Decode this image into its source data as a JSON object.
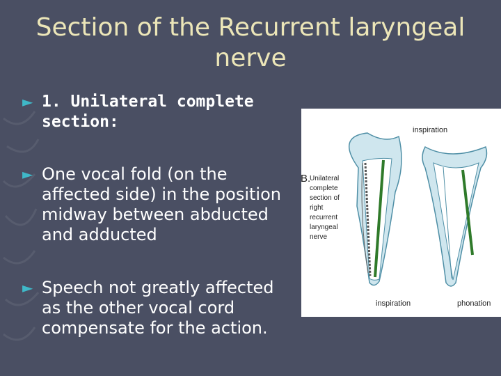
{
  "slide": {
    "title": "Section of the Recurrent laryngeal nerve",
    "bullets": [
      {
        "text": "1. Unilateral complete section:"
      },
      {
        "text": "One vocal fold (on the affected side) in the position midway between abducted and adducted"
      },
      {
        "text": "Speech not greatly affected as the other vocal cord compensate for the action."
      }
    ],
    "bullet_marker": "►"
  },
  "figure": {
    "letter": "B.",
    "caption": "Unilateral complete section of right recurrent laryngeal nerve",
    "label_left_bottom": "inspiration",
    "label_right_top": "inspiration",
    "label_right_bottom": "phonation"
  }
}
